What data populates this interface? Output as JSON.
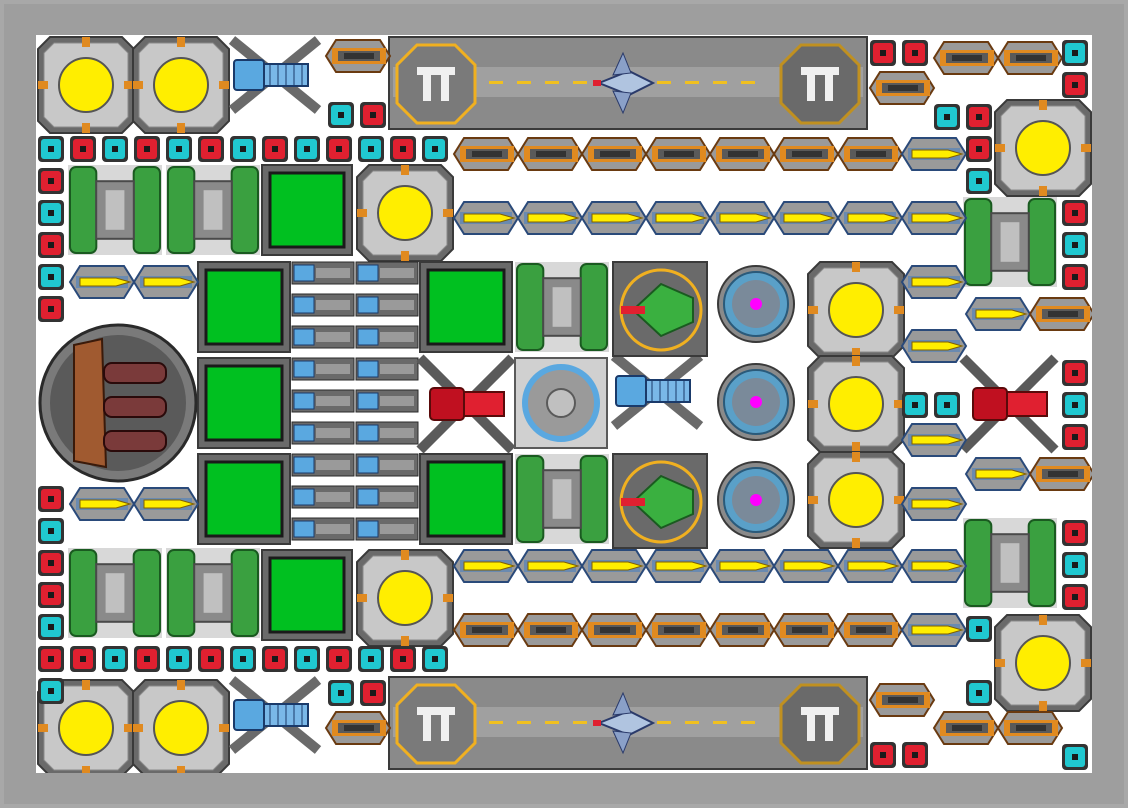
{
  "view": {
    "frame_color": "#a8a8a8",
    "board_color": "#ffffff"
  },
  "palette": {
    "accent_yellow": "#ffee00",
    "orange_trim": "#e08a20",
    "green_block": "#00c020",
    "green_tank": "#3aa040",
    "cyan_node": "#20c8d0",
    "red_node": "#e02030",
    "blue_tube": "#5aa8e0",
    "steel": "#8a8a8a",
    "dark_steel": "#4a4a4a",
    "magenta_core": "#ff00ff",
    "copper": "#a05a30"
  },
  "modules": {
    "generator": "yellow-core-generator",
    "hangar": "hangar-bay",
    "reactor": "green-reactor",
    "tank": "green-tank",
    "turret_yellow": "yellow-missile-launcher",
    "turret_orange": "orange-cannon",
    "node_cyan": "cyan-connector",
    "node_red": "red-connector",
    "thruster": "blue-thruster",
    "shield": "shield-emitter",
    "core": "ship-core",
    "red_weapon": "red-laser-turret",
    "green_ship": "green-fighter-dock",
    "battery": "battery-cell",
    "big_cannon": "heavy-cannon-mount"
  },
  "hangars": [
    {
      "id": "top",
      "ship": "docked-fighter"
    },
    {
      "id": "bottom",
      "ship": "docked-fighter"
    }
  ]
}
